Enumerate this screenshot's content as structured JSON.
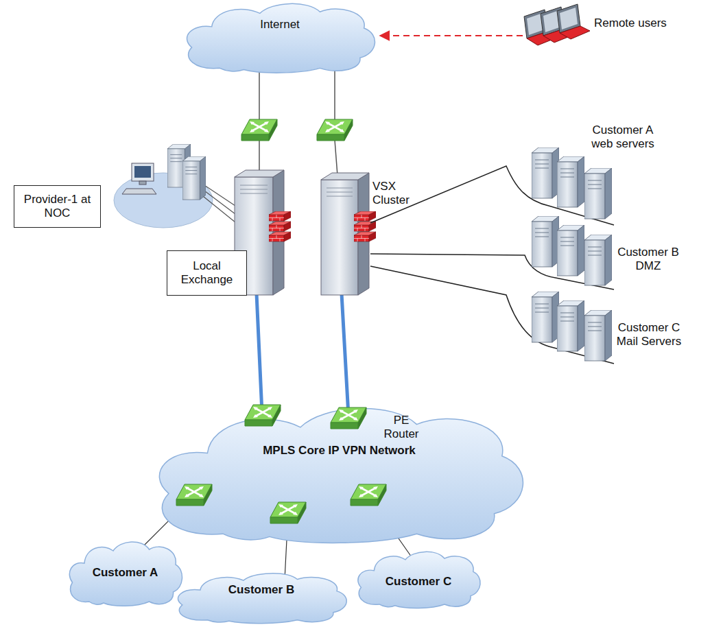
{
  "diagram": {
    "nodes": [
      {
        "text": [
          "Internet"
        ]
      },
      {
        "text": [
          "Remote users"
        ]
      },
      {
        "text": [
          "Provider-1 at NOC"
        ]
      },
      {
        "text": [
          "Local Exchange"
        ]
      },
      {
        "text": [
          "MPLS Core IP VPN Network"
        ]
      },
      {
        "text": [
          "Customer A"
        ]
      },
      {
        "text": [
          "Customer B"
        ]
      },
      {
        "text": [
          "Customer C"
        ]
      }
    ],
    "edges": [
      {
        "from": 1,
        "to": 0,
        "arrow": "to"
      }
    ],
    "labels": [
      "VSX Cluster",
      "Customer A web servers",
      "Customer B DMZ",
      "Customer C Mail Servers",
      "PE Router"
    ]
  }
}
